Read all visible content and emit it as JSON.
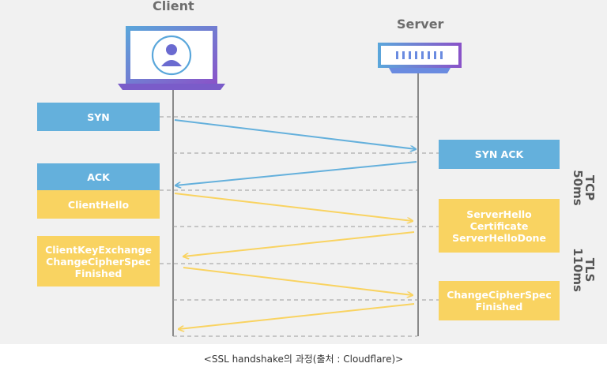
{
  "client": {
    "title": "Client"
  },
  "server": {
    "title": "Server"
  },
  "client_messages": {
    "syn": "SYN",
    "ack": "ACK",
    "client_hello": "ClientHello",
    "key_exchange": "ClientKeyExchange\nChangeCipherSpec\nFinished"
  },
  "server_messages": {
    "syn_ack": "SYN ACK",
    "server_hello": "ServerHello\nCertificate\nServerHelloDone",
    "change_cipher": "ChangeCipherSpec\nFinished"
  },
  "phases": {
    "tcp": "TCP\n50ms",
    "tls": "TLS\n110ms"
  },
  "caption": "<SSL handshake의 과정(출처 : Cloudflare)>",
  "colors": {
    "tcp_blue": "#64b0dc",
    "tls_yellow": "#f9d361",
    "laptop_purple": "#7a5cc9",
    "timeline_gray": "#8a8a8a"
  }
}
